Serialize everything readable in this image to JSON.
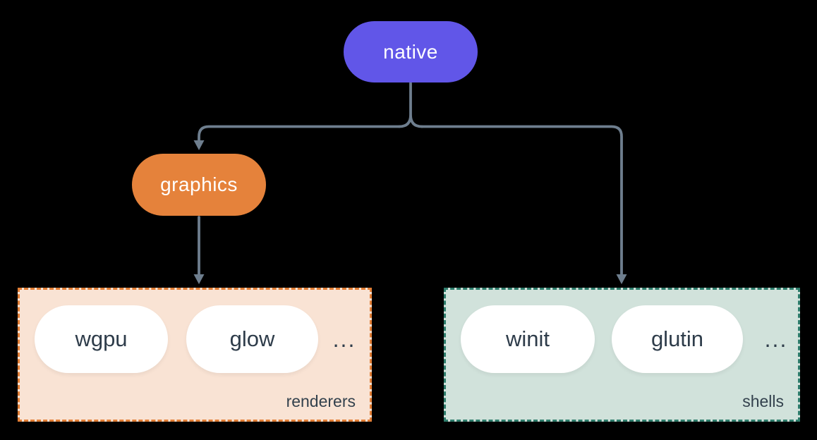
{
  "nodes": {
    "native": {
      "label": "native",
      "color": "#6156e8"
    },
    "graphics": {
      "label": "graphics",
      "color": "#e5823b"
    }
  },
  "groups": {
    "renderers": {
      "label": "renderers",
      "fill": "#f9e3d4",
      "border": "#e27e35",
      "items": [
        "wgpu",
        "glow"
      ],
      "ellipsis": "..."
    },
    "shells": {
      "label": "shells",
      "fill": "#d1e2db",
      "border": "#2e7d6c",
      "items": [
        "winit",
        "glutin"
      ],
      "ellipsis": "..."
    }
  },
  "connectors": {
    "color": "#6e7e8e"
  },
  "text_colors": {
    "node_text": "#ffffff",
    "pill_text": "#2e3c4a"
  },
  "background": "#000000"
}
